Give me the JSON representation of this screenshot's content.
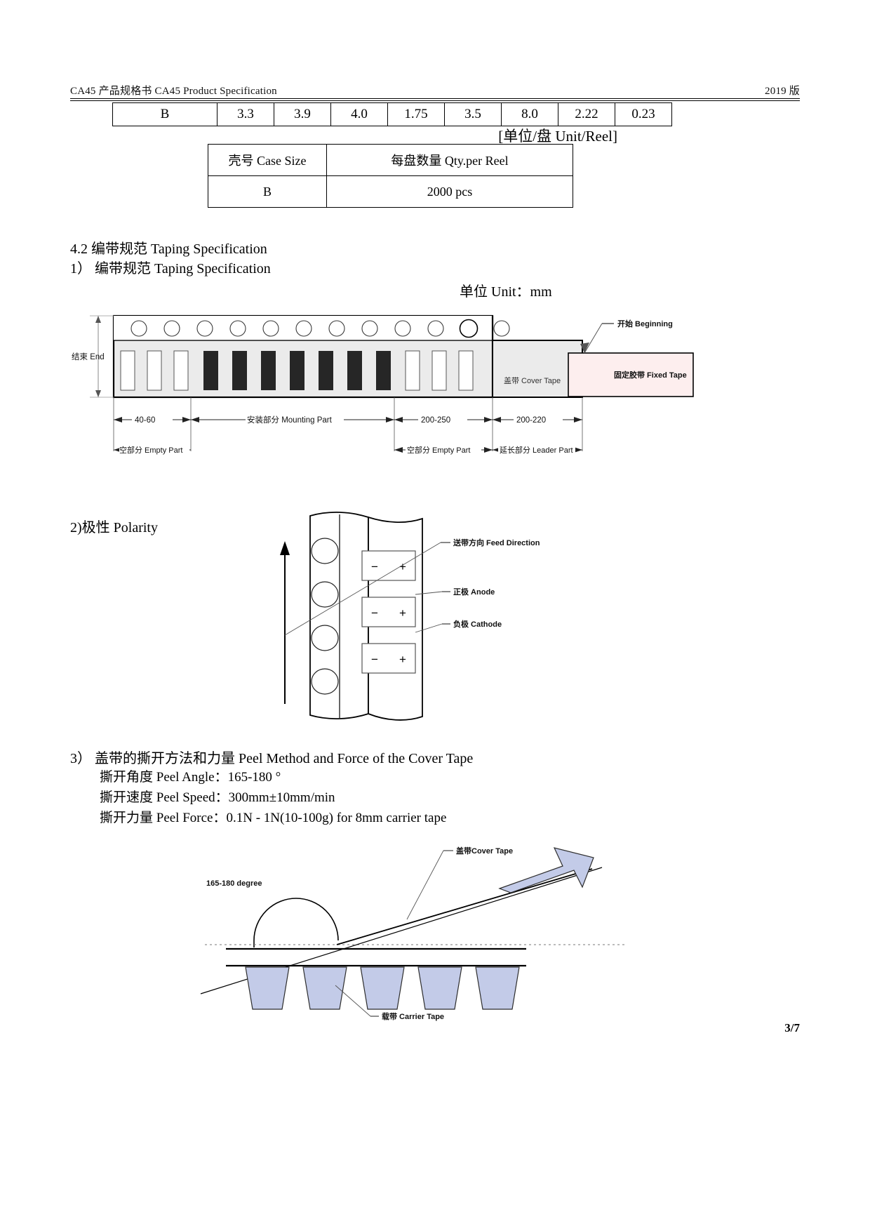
{
  "header": {
    "left": "CA45 产品规格书 CA45 Product Specification",
    "right": "2019 版"
  },
  "top_table": {
    "cells": [
      "B",
      "3.3",
      "3.9",
      "4.0",
      "1.75",
      "3.5",
      "8.0",
      "2.22",
      "0.23"
    ]
  },
  "unit_reel_note": "[单位/盘 Unit/Reel]",
  "case_table": {
    "headers": [
      "壳号 Case Size",
      "每盘数量 Qty.per Reel"
    ],
    "rows": [
      [
        "B",
        "2000 pcs"
      ]
    ]
  },
  "sections": {
    "s42": "4.2 编带规范 Taping Specification",
    "s1": "1） 编带规范 Taping Specification",
    "unit_mm": "单位 Unit：mm",
    "s2": "2)极性 Polarity",
    "s3": "3） 盖带的撕开方法和力量 Peel Method and Force of the Cover Tape",
    "peel_angle": "撕开角度 Peel Angle：165-180 °",
    "peel_speed": "撕开速度 Peel Speed：300mm±10mm/min",
    "peel_force": "撕开力量 Peel Force：0.1N - 1N(10-100g) for 8mm carrier tape"
  },
  "taping_figure": {
    "end_label": "结束 End",
    "beginning_label": "开始 Beginning",
    "cover_tape": "盖带 Cover Tape",
    "fixed_tape": "固定胶带 Fixed Tape",
    "dim_empty_left": "40-60",
    "dim_mounting": "安装部分 Mounting Part",
    "dim_empty_right": "200-250",
    "dim_leader": "200-220",
    "label_empty_left": "空部分 Empty Part",
    "label_empty_right": "空部分 Empty Part",
    "label_leader": "延长部分 Leader Part"
  },
  "polarity_figure": {
    "feed_direction": "送带方向 Feed Direction",
    "anode": "正极 Anode",
    "cathode": "负极 Cathode",
    "minus": "−",
    "plus": "+"
  },
  "peel_figure": {
    "cover_tape": "盖带Cover Tape",
    "degree": "165-180 degree",
    "carrier_tape": "载带 Carrier Tape"
  },
  "page_number": "3/7",
  "colors": {
    "fixed_tape_fill": "#fdeeee",
    "tape_body_fill": "#ebebeb",
    "pocket_dark": "#262626",
    "arrow_fill": "#c3cbe8",
    "pocket_blue": "#c3cbe8"
  }
}
